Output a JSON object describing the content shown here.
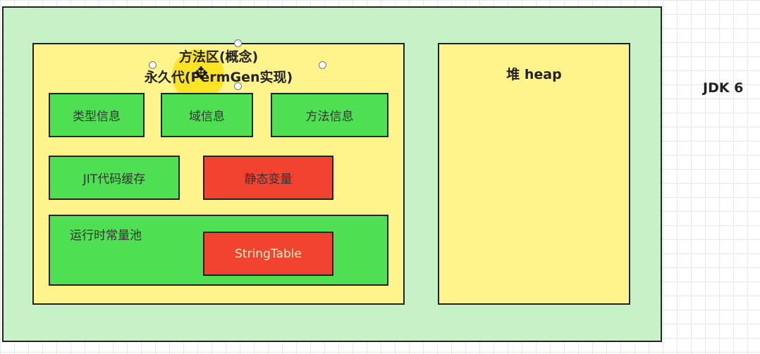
{
  "diagram": {
    "method_area": {
      "title_line1": "方法区(概念)",
      "title_line2": "永久代(PermGen实现)",
      "items": {
        "type_info": "类型信息",
        "field_info": "域信息",
        "method_info": "方法信息",
        "jit_cache": "JIT代码缓存",
        "static_vars": "静态变量",
        "runtime_constant_pool": "运行时常量池",
        "string_table": "StringTable"
      }
    },
    "heap": {
      "label": "堆 heap"
    },
    "version_label": "JDK 6"
  },
  "colors": {
    "outer_fill": "#c7f2c8",
    "area_fill": "#fff48b",
    "green_fill": "#4ee052",
    "red_fill": "#f24330",
    "cursor_highlight": "#fae114"
  },
  "icons": {
    "move_cursor": "move-cursor-icon"
  }
}
